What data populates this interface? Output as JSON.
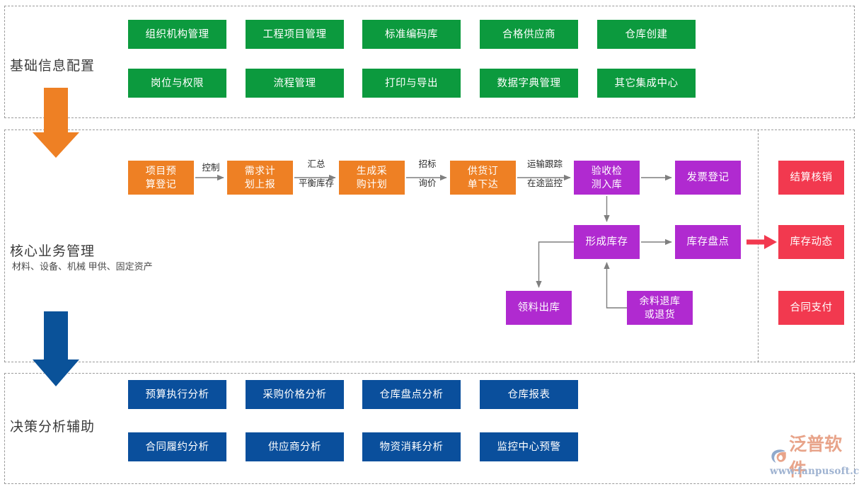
{
  "diagram": {
    "type": "flow-diagram",
    "colors": {
      "green": "#0c9a3e",
      "orange": "#ee8024",
      "purple": "#b02ad0",
      "red": "#f2394f",
      "blue": "#0a4f9c",
      "connector": "#7f7f7f",
      "frame": "#9a9a9a",
      "arrow_basic": "#ee8024",
      "arrow_decision": "#0a5299"
    }
  },
  "sections": {
    "basic": {
      "title": "基础信息配置",
      "items": [
        {
          "label": "组织机构管理"
        },
        {
          "label": "工程项目管理"
        },
        {
          "label": "标准编码库"
        },
        {
          "label": "合格供应商"
        },
        {
          "label": "仓库创建"
        },
        {
          "label": "岗位与权限"
        },
        {
          "label": "流程管理"
        },
        {
          "label": "打印与导出"
        },
        {
          "label": "数据字典管理"
        },
        {
          "label": "其它集成中心"
        }
      ]
    },
    "core": {
      "title": "核心业务管理",
      "subtitle": "材料、设备、机械\n甲供、固定资产",
      "flow": [
        {
          "label": "项目预\n算登记",
          "color": "orange"
        },
        {
          "label": "需求计\n划上报",
          "color": "orange"
        },
        {
          "label": "生成采\n购计划",
          "color": "orange"
        },
        {
          "label": "供货订\n单下达",
          "color": "orange"
        },
        {
          "label": "验收检\n测入库",
          "color": "purple"
        },
        {
          "label": "发票登记",
          "color": "purple"
        }
      ],
      "inventory": [
        {
          "label": "形成库存",
          "color": "purple"
        },
        {
          "label": "库存盘点",
          "color": "purple"
        },
        {
          "label": "领料出库",
          "color": "purple"
        },
        {
          "label": "余料退库\n或退货",
          "color": "purple"
        }
      ],
      "settlement": [
        {
          "label": "结算核销",
          "color": "red"
        },
        {
          "label": "库存动态",
          "color": "red"
        },
        {
          "label": "合同支付",
          "color": "red"
        }
      ],
      "edge_labels": [
        {
          "label": "控制"
        },
        {
          "label": "汇总"
        },
        {
          "label": "平衡库存"
        },
        {
          "label": "招标"
        },
        {
          "label": "询价"
        },
        {
          "label": "运输跟踪"
        },
        {
          "label": "在途监控"
        }
      ]
    },
    "decision": {
      "title": "决策分析辅助",
      "items": [
        {
          "label": "预算执行分析"
        },
        {
          "label": "采购价格分析"
        },
        {
          "label": "仓库盘点分析"
        },
        {
          "label": "仓库报表"
        },
        {
          "label": "合同履约分析"
        },
        {
          "label": "供应商分析"
        },
        {
          "label": "物资消耗分析"
        },
        {
          "label": "监控中心预警"
        }
      ]
    }
  },
  "logo": {
    "name": "泛普软件",
    "url": "www.fanpusoft.com"
  }
}
